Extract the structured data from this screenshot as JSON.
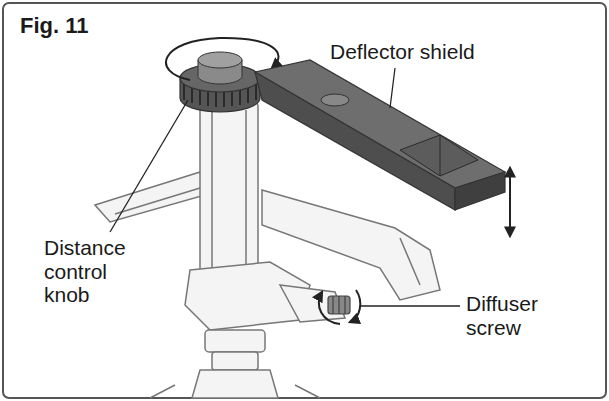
{
  "diagram": {
    "title": "Fig. 11",
    "labels": [
      "Deflector shield",
      "Distance control knob",
      "Diffuser screw"
    ]
  }
}
